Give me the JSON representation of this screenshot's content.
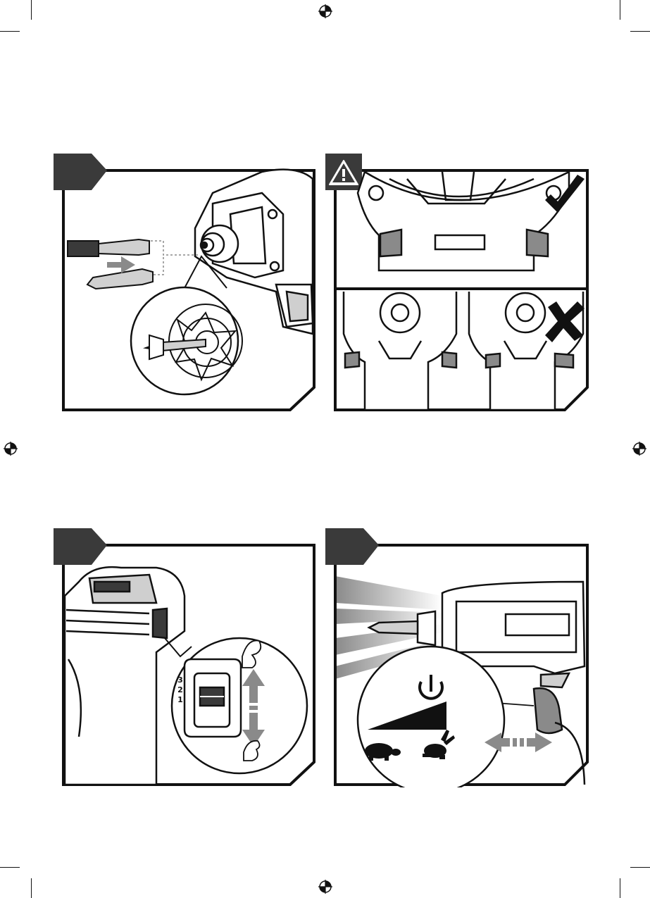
{
  "page": {
    "background": "#ffffff",
    "ink": "#111111",
    "tab_color": "#3a3a3a",
    "grey_light": "#d9d9d9",
    "grey_mid": "#8a8a8a"
  },
  "panels": [
    {
      "id": "insert-bit",
      "has_number_tab": true,
      "icons": [
        "bit-icon",
        "magnifier-callout-icon"
      ]
    },
    {
      "id": "warning",
      "has_warning_tab": true,
      "icons": [
        "warning-icon",
        "check-icon",
        "cross-icon"
      ]
    },
    {
      "id": "mode-selector",
      "has_number_tab": true,
      "icons": [
        "strong-arm-icon",
        "weak-arm-icon",
        "double-arrow-vertical-icon"
      ]
    },
    {
      "id": "trigger",
      "has_number_tab": true,
      "icons": [
        "power-icon",
        "speed-ramp-icon",
        "turtle-icon",
        "rabbit-icon",
        "double-arrow-horizontal-icon"
      ]
    }
  ],
  "mode_selector": {
    "settings": [
      "3",
      "2",
      "1"
    ]
  }
}
